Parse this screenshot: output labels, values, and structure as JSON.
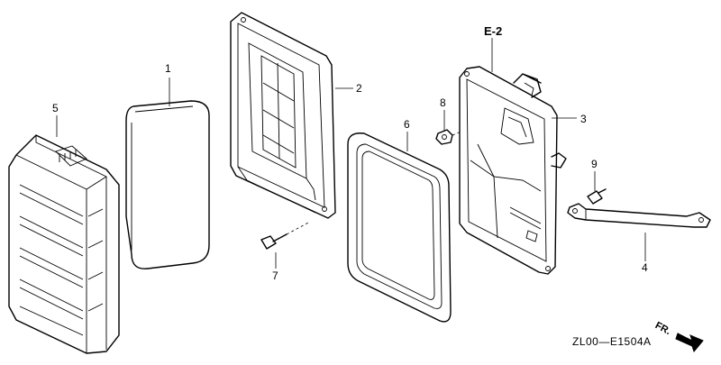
{
  "diagram": {
    "section_ref": "E-2",
    "drawing_code": "ZL00—E1504A",
    "direction_label": "FR.",
    "callouts": [
      {
        "id": "1",
        "part": "element"
      },
      {
        "id": "2",
        "part": "case"
      },
      {
        "id": "3",
        "part": "base"
      },
      {
        "id": "4",
        "part": "stay"
      },
      {
        "id": "5",
        "part": "cover"
      },
      {
        "id": "6",
        "part": "gasket"
      },
      {
        "id": "7",
        "part": "bolt"
      },
      {
        "id": "8",
        "part": "nut"
      },
      {
        "id": "9",
        "part": "bolt"
      }
    ]
  }
}
